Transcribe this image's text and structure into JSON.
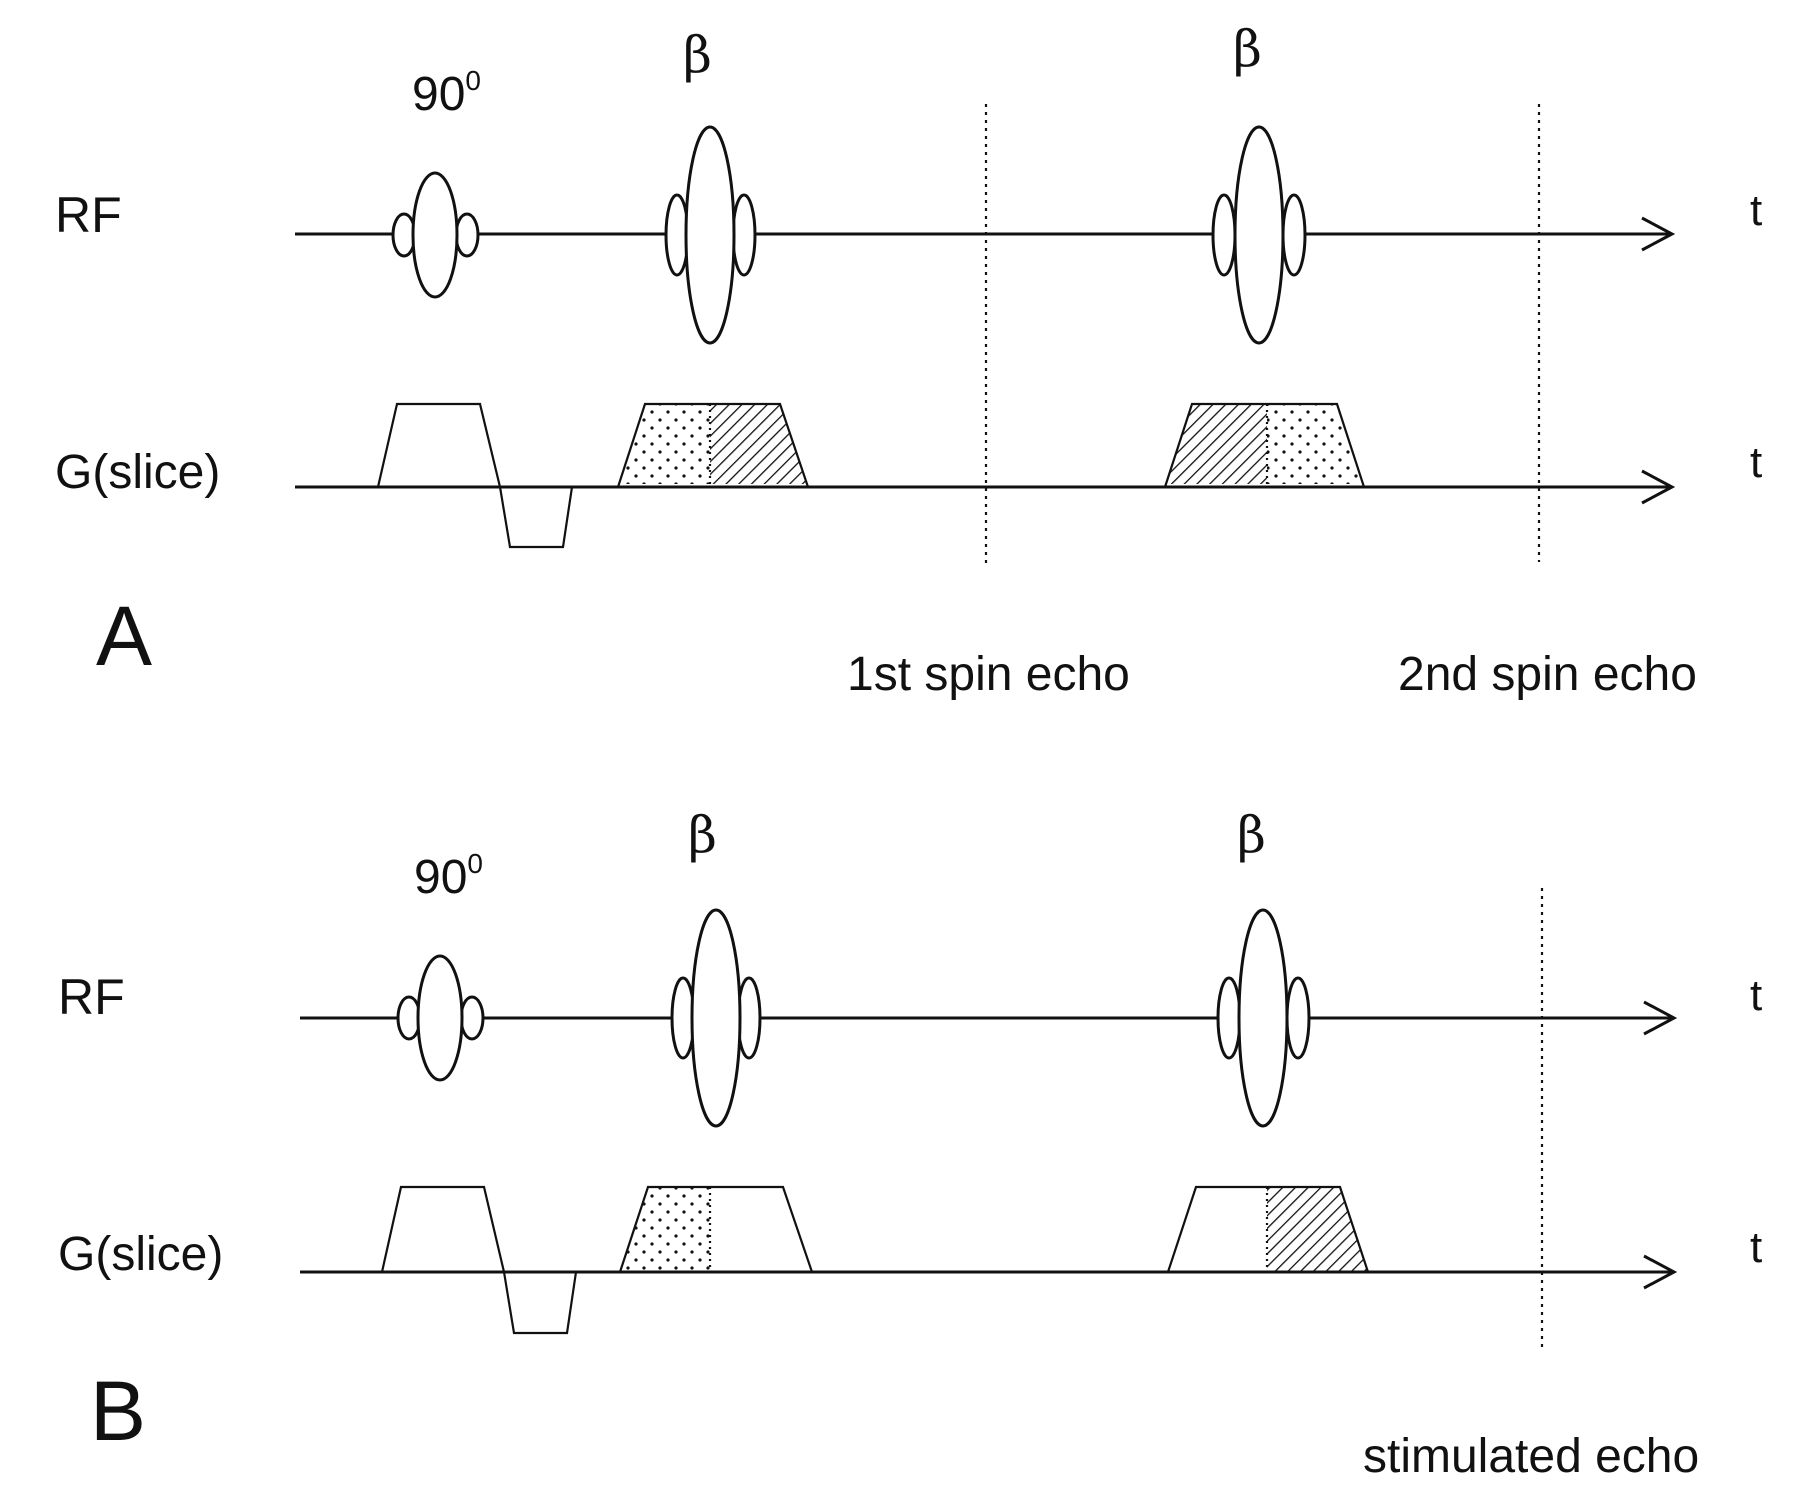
{
  "panels": [
    {
      "id": "A",
      "panel_label": "A",
      "rf_label": "RF",
      "gradient_label": "G(slice)",
      "time_axis_label": "t",
      "pulse_labels": {
        "excitation_base": "90",
        "excitation_sup": "0",
        "refocus_1": "β",
        "refocus_2": "β"
      },
      "echo_labels": [
        "1st spin echo",
        "2nd spin echo"
      ]
    },
    {
      "id": "B",
      "panel_label": "B",
      "rf_label": "RF",
      "gradient_label": "G(slice)",
      "time_axis_label": "t",
      "pulse_labels": {
        "excitation_base": "90",
        "excitation_sup": "0",
        "refocus_1": "β",
        "refocus_2": "β"
      },
      "echo_labels": [
        "stimulated echo"
      ]
    }
  ]
}
